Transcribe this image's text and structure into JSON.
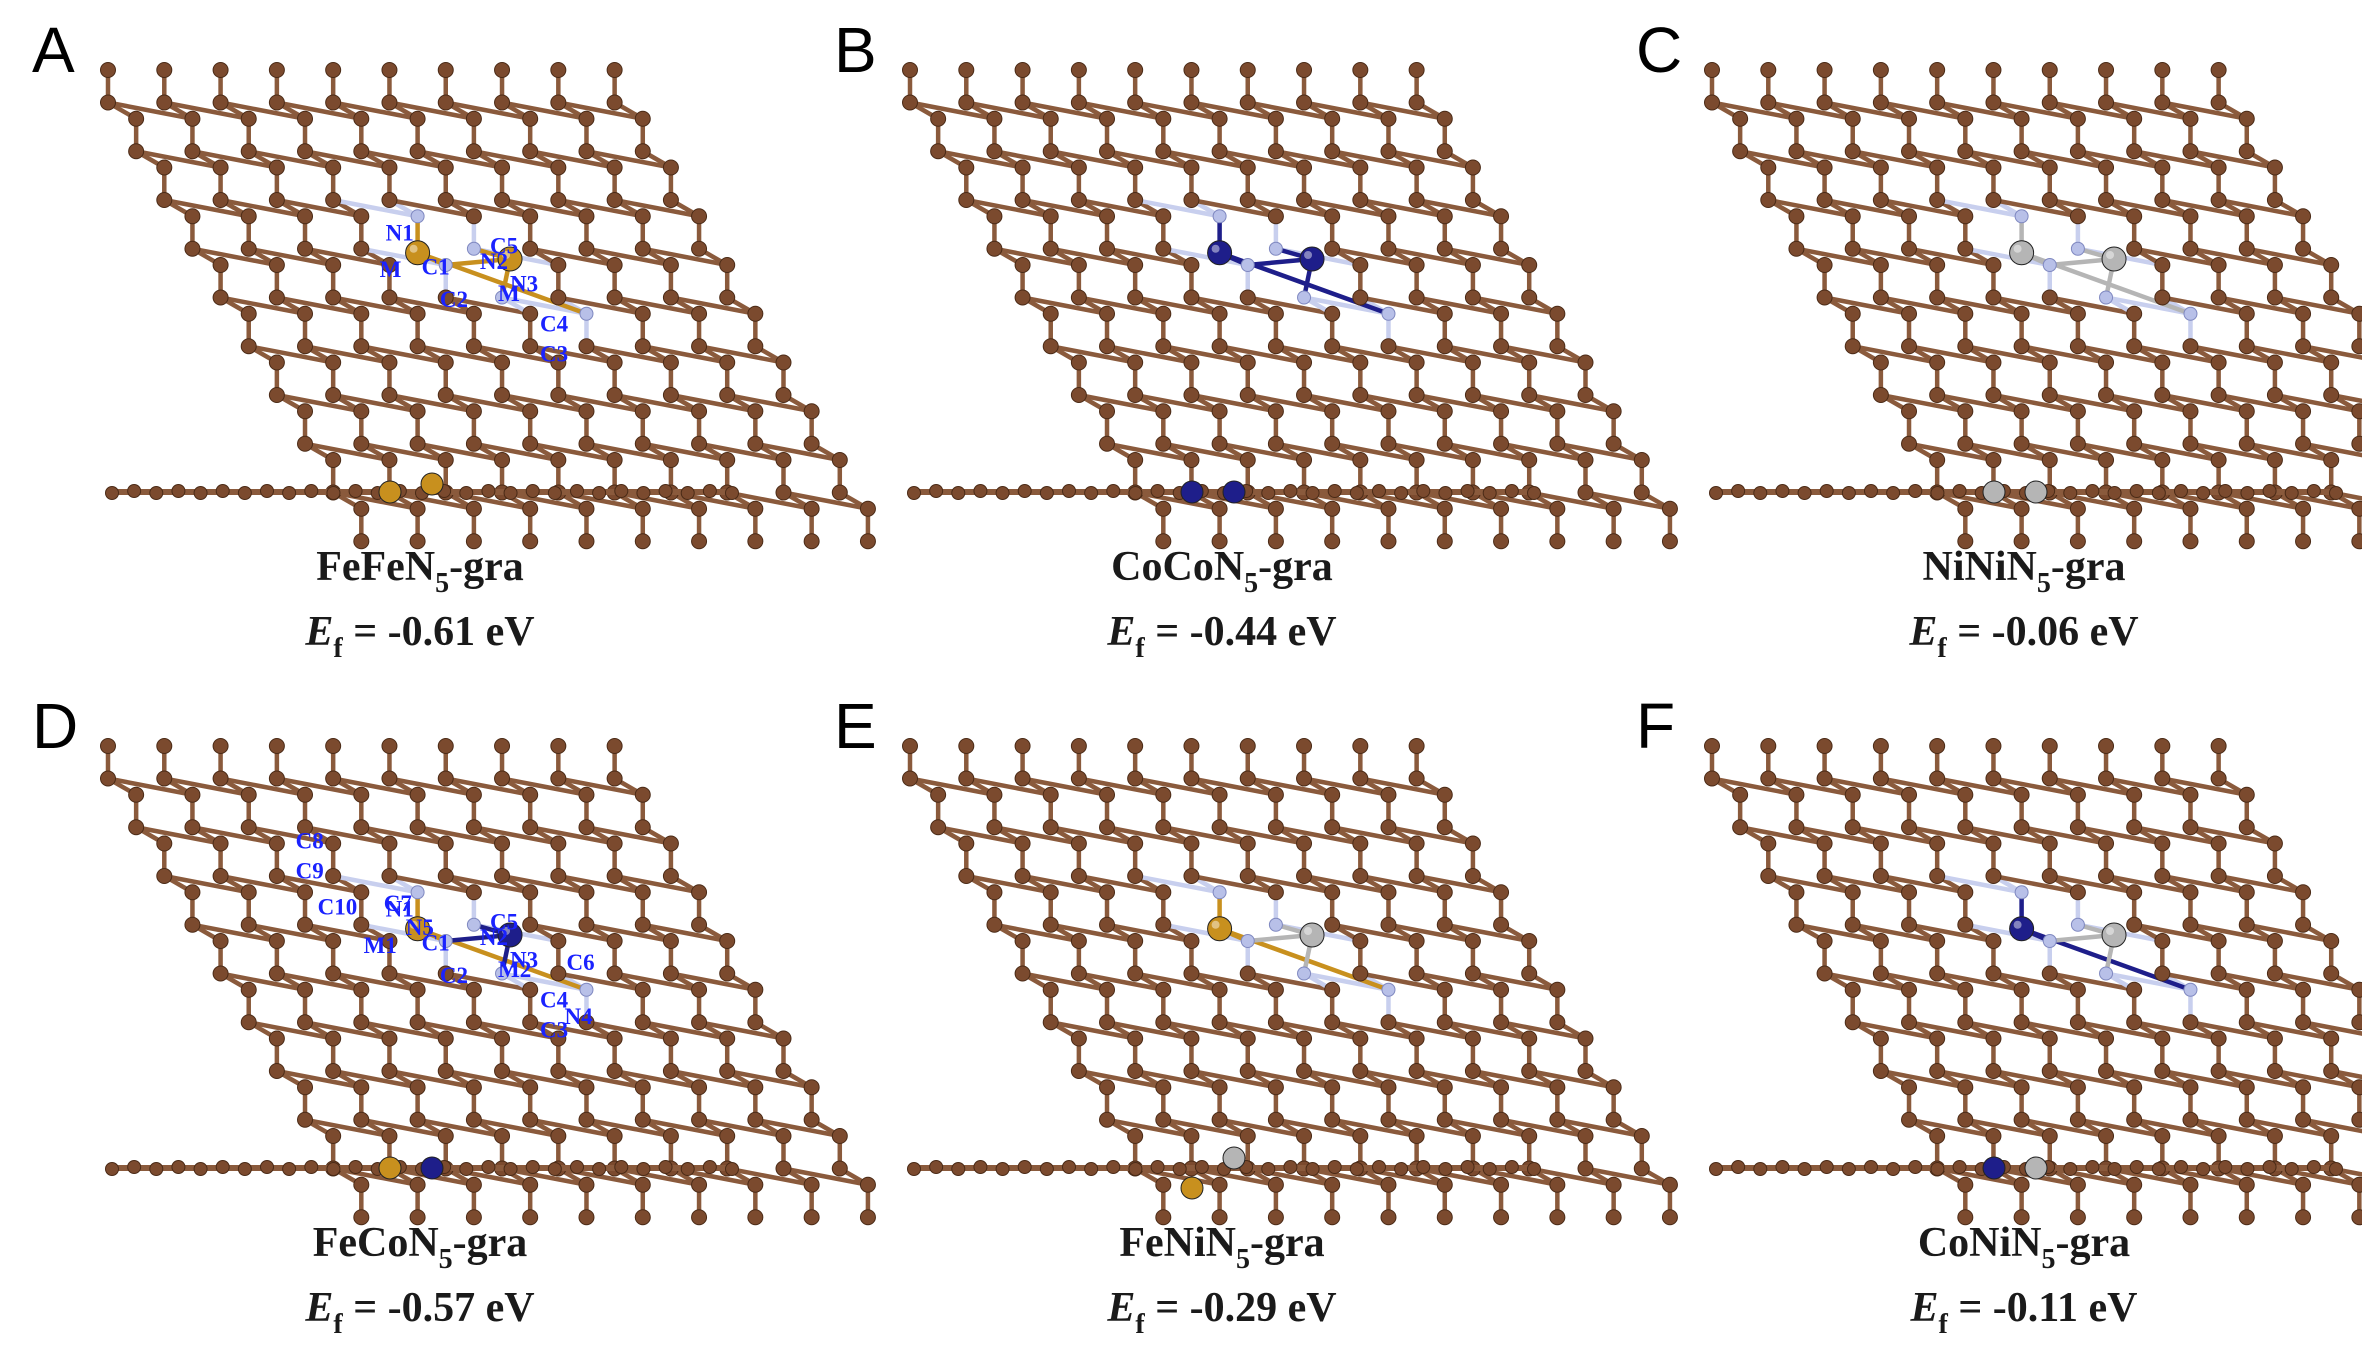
{
  "figure": {
    "colors": {
      "carbon": "#7b4a2e",
      "carbon_highlight": "#b07a56",
      "bond": "#8a5a3c",
      "nitrogen": "#b8c0e8",
      "nitrogen_bond": "#c8cfee",
      "fe": "#c8901e",
      "co": "#1e1e8a",
      "ni": "#b5b5b5",
      "label": "#1a22ff"
    },
    "panels": [
      {
        "letter": "A",
        "name": "FeFeN",
        "subscript": "5",
        "suffix": "-gra",
        "energy_symbol": "E",
        "energy_sub": "f",
        "energy_text": " = -0.61 eV",
        "metal1": "fe",
        "metal2": "fe",
        "atom_labels": [
          "M",
          "M",
          "N1",
          "N2",
          "N3",
          "C1",
          "C2",
          "C3",
          "C4",
          "C5"
        ]
      },
      {
        "letter": "B",
        "name": "CoCoN",
        "subscript": "5",
        "suffix": "-gra",
        "energy_symbol": "E",
        "energy_sub": "f",
        "energy_text": " = -0.44 eV",
        "metal1": "co",
        "metal2": "co",
        "atom_labels": []
      },
      {
        "letter": "C",
        "name": "NiNiN",
        "subscript": "5",
        "suffix": "-gra",
        "energy_symbol": "E",
        "energy_sub": "f",
        "energy_text": " = -0.06 eV",
        "metal1": "ni",
        "metal2": "ni",
        "atom_labels": []
      },
      {
        "letter": "D",
        "name": "FeCoN",
        "subscript": "5",
        "suffix": "-gra",
        "energy_symbol": "E",
        "energy_sub": "f",
        "energy_text": "  = -0.57 eV",
        "metal1": "fe",
        "metal2": "co",
        "atom_labels": [
          "M1",
          "M2",
          "N1",
          "N2",
          "N3",
          "N4",
          "N5",
          "C1",
          "C2",
          "C3",
          "C4",
          "C5",
          "C6",
          "C7",
          "C8",
          "C9",
          "C10"
        ]
      },
      {
        "letter": "E",
        "name": "FeNiN",
        "subscript": "5",
        "suffix": "-gra",
        "energy_symbol": "E",
        "energy_sub": "f",
        "energy_text": "  = -0.29 eV",
        "metal1": "fe",
        "metal2": "ni",
        "atom_labels": []
      },
      {
        "letter": "F",
        "name": "CoNiN",
        "subscript": "5",
        "suffix": "-gra",
        "energy_symbol": "E",
        "energy_sub": "f",
        "energy_text": " = -0.11 eV",
        "metal1": "co",
        "metal2": "ni",
        "atom_labels": []
      }
    ]
  }
}
